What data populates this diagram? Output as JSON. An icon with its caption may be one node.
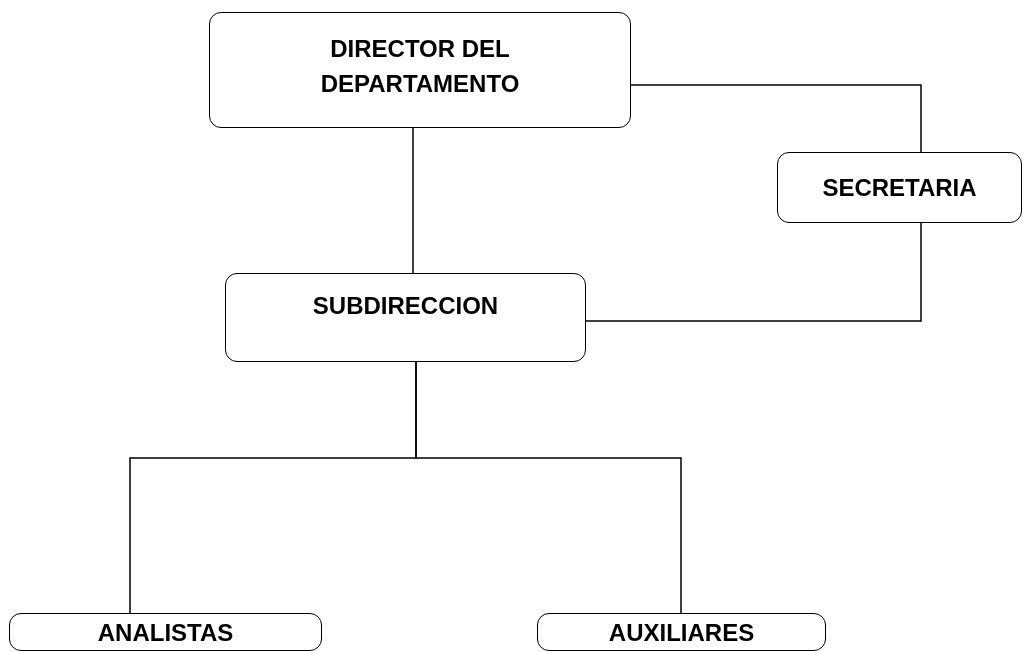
{
  "diagram": {
    "nodes": [
      {
        "text": [
          "DIRECTOR DEL DEPARTAMENTO"
        ]
      },
      {
        "text": [
          "SECRETARIA"
        ]
      },
      {
        "text": [
          "SUBDIRECCION"
        ]
      },
      {
        "text": [
          "ANALISTAS"
        ]
      },
      {
        "text": [
          "AUXILIARES"
        ]
      }
    ],
    "edges": [
      {
        "from": 0,
        "to": 2,
        "arrow": "none"
      },
      {
        "from": 0,
        "to": 1,
        "arrow": "none"
      },
      {
        "from": 1,
        "to": 2,
        "arrow": "none"
      },
      {
        "from": 2,
        "to": 3,
        "arrow": "none"
      },
      {
        "from": 2,
        "to": 4,
        "arrow": "none"
      }
    ]
  }
}
